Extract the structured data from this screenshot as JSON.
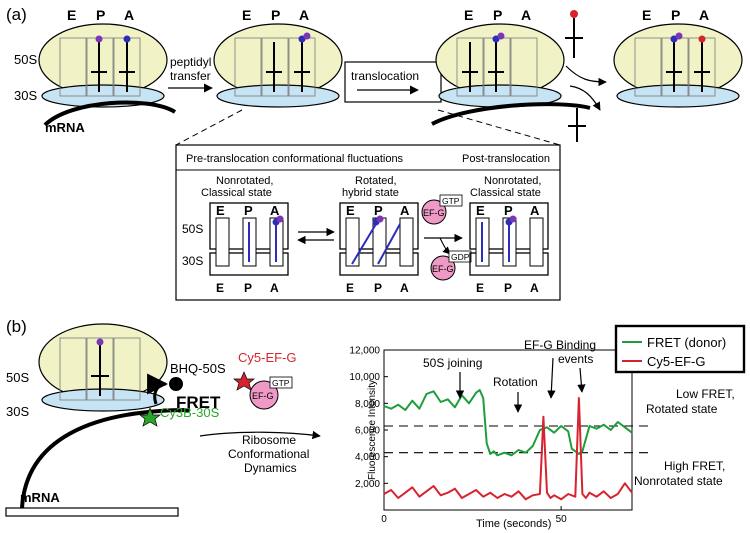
{
  "panel_a": {
    "label": "(a)",
    "sites": [
      "E",
      "P",
      "A"
    ],
    "subunit_large": "50S",
    "subunit_small": "30S",
    "mrna": "mRNA",
    "step_peptidyl": [
      "peptidyl",
      "transfer"
    ],
    "step_translocation": "translocation",
    "inset": {
      "header_left": "Pre-translocation conformational fluctuations",
      "header_right": "Post-translocation",
      "state1": [
        "Nonrotated,",
        "Classical state"
      ],
      "state2": [
        "Rotated,",
        "hybrid state"
      ],
      "state3": [
        "Nonrotated,",
        "Classical state"
      ],
      "subunit_large": "50S",
      "subunit_small": "30S",
      "sites_top": [
        "E",
        "P",
        "A"
      ],
      "sites_bottom": [
        "E",
        "P",
        "A"
      ],
      "efg": "EF-G",
      "gtp": "GTP",
      "gdp": "GDP"
    }
  },
  "panel_b": {
    "label": "(b)",
    "subunit_large": "50S",
    "subunit_small": "30S",
    "mrna": "mRNA",
    "quencher": "BHQ-50S",
    "donor": "Cy3B-30S",
    "fret": "FRET",
    "acceptor_label": "Cy5-EF-G",
    "efg": "EF-G",
    "gtp": "GTP",
    "process": [
      "Ribosome",
      "Conformational",
      "Dynamics"
    ],
    "annot_joining": "50S joining",
    "annot_rotation": "Rotation",
    "annot_binding": [
      "EF-G Binding",
      "events"
    ],
    "state_low": [
      "Low FRET,",
      "Rotated state"
    ],
    "state_high": [
      "High FRET,",
      "Nonrotated state"
    ],
    "colors": {
      "fret": "#1e9e3a",
      "cy5": "#d7232f",
      "donor_text": "#2aa52a",
      "acceptor_text": "#d7232f"
    }
  },
  "chart_data": {
    "type": "line",
    "xlabel": "Time (seconds)",
    "ylabel": "Fluorescence Intensity",
    "xlim": [
      0,
      70
    ],
    "ylim": [
      0,
      12000
    ],
    "xticks": [
      "0",
      "50"
    ],
    "yticks": [
      "2,000",
      "4,000",
      "6,000",
      "8,000",
      "10,000",
      "12,000"
    ],
    "ytick_values": [
      2000,
      4000,
      6000,
      8000,
      10000,
      12000
    ],
    "legend_position": "top-right",
    "reference_lines": [
      6300,
      4300
    ],
    "series": [
      {
        "name": "FRET (donor)",
        "color": "#1e9e3a",
        "x": [
          0,
          2,
          4,
          6,
          8,
          10,
          12,
          14,
          16,
          18,
          20,
          22,
          24,
          26,
          27,
          28,
          29,
          30,
          31,
          32,
          34,
          36,
          38,
          40,
          42,
          44,
          46,
          48,
          50,
          52,
          53,
          54,
          55,
          56,
          58,
          60,
          62,
          64,
          66,
          68,
          70
        ],
        "y": [
          7800,
          7600,
          7900,
          7500,
          8200,
          7600,
          8700,
          8900,
          8100,
          8300,
          7700,
          8600,
          8000,
          8800,
          9000,
          8400,
          5000,
          4200,
          4400,
          4100,
          4300,
          4100,
          4500,
          4300,
          4800,
          6000,
          6200,
          5800,
          6300,
          5900,
          4600,
          4400,
          4200,
          4400,
          6300,
          6100,
          6400,
          6000,
          6600,
          6200,
          5800
        ]
      },
      {
        "name": "Cy5-EF-G",
        "color": "#d7232f",
        "x": [
          0,
          2,
          4,
          6,
          8,
          10,
          12,
          14,
          16,
          18,
          20,
          22,
          24,
          26,
          28,
          30,
          32,
          34,
          36,
          38,
          40,
          42,
          44,
          45,
          46,
          47,
          48,
          50,
          52,
          54,
          55,
          56,
          57,
          58,
          60,
          62,
          64,
          66,
          68,
          70
        ],
        "y": [
          1200,
          1500,
          900,
          1300,
          1700,
          1000,
          1400,
          1800,
          1100,
          1300,
          1600,
          900,
          1200,
          1500,
          1000,
          1300,
          900,
          1200,
          1000,
          1400,
          800,
          1100,
          1200,
          7000,
          1300,
          900,
          1100,
          800,
          1200,
          1000,
          8400,
          1200,
          900,
          1300,
          1000,
          1400,
          900,
          1200,
          2000,
          1300
        ]
      }
    ]
  }
}
